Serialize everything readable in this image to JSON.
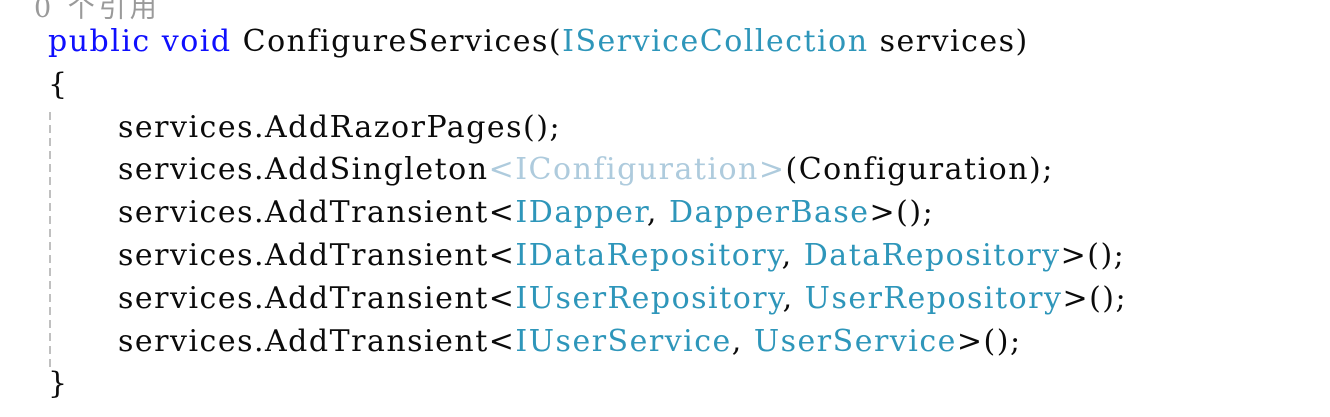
{
  "editor": {
    "background": "#ffffff",
    "colors": {
      "keyword": "#0f0ffe",
      "type": "#2e96ba",
      "faded": "#aecbdd",
      "plain": "#0b0b0b",
      "codelens": "#9a9a9a",
      "indent_guide": "#c0c0c0"
    },
    "codelens": {
      "label": "0 个引用"
    },
    "lines": [
      {
        "indent": 0,
        "tokens": [
          {
            "s": "keyword",
            "v": "public"
          },
          {
            "s": "plain",
            "v": " "
          },
          {
            "s": "keyword",
            "v": "void"
          },
          {
            "s": "plain",
            "v": " ConfigureServices("
          },
          {
            "s": "type",
            "v": "IServiceCollection"
          },
          {
            "s": "plain",
            "v": " services)"
          }
        ]
      },
      {
        "indent": 0,
        "tokens": [
          {
            "s": "plain",
            "v": "{"
          }
        ]
      },
      {
        "indent": 1,
        "tokens": [
          {
            "s": "plain",
            "v": "services.AddRazorPages();"
          }
        ]
      },
      {
        "indent": 1,
        "tokens": [
          {
            "s": "plain",
            "v": "services.AddSingleton"
          },
          {
            "s": "faded",
            "v": "<IConfiguration>"
          },
          {
            "s": "plain",
            "v": "(Configuration);"
          }
        ]
      },
      {
        "indent": 1,
        "tokens": [
          {
            "s": "plain",
            "v": "services.AddTransient<"
          },
          {
            "s": "type",
            "v": "IDapper"
          },
          {
            "s": "plain",
            "v": ", "
          },
          {
            "s": "type",
            "v": "DapperBase"
          },
          {
            "s": "plain",
            "v": ">();"
          }
        ]
      },
      {
        "indent": 1,
        "tokens": [
          {
            "s": "plain",
            "v": "services.AddTransient<"
          },
          {
            "s": "type",
            "v": "IDataRepository"
          },
          {
            "s": "plain",
            "v": ", "
          },
          {
            "s": "type",
            "v": "DataRepository"
          },
          {
            "s": "plain",
            "v": ">();"
          }
        ]
      },
      {
        "indent": 1,
        "tokens": [
          {
            "s": "plain",
            "v": "services.AddTransient<"
          },
          {
            "s": "type",
            "v": "IUserRepository"
          },
          {
            "s": "plain",
            "v": ", "
          },
          {
            "s": "type",
            "v": "UserRepository"
          },
          {
            "s": "plain",
            "v": ">();"
          }
        ]
      },
      {
        "indent": 1,
        "tokens": [
          {
            "s": "plain",
            "v": "services.AddTransient<"
          },
          {
            "s": "type",
            "v": "IUserService"
          },
          {
            "s": "plain",
            "v": ", "
          },
          {
            "s": "type",
            "v": "UserService"
          },
          {
            "s": "plain",
            "v": ">();"
          }
        ]
      },
      {
        "indent": 0,
        "tokens": [
          {
            "s": "plain",
            "v": "}"
          }
        ]
      }
    ]
  }
}
